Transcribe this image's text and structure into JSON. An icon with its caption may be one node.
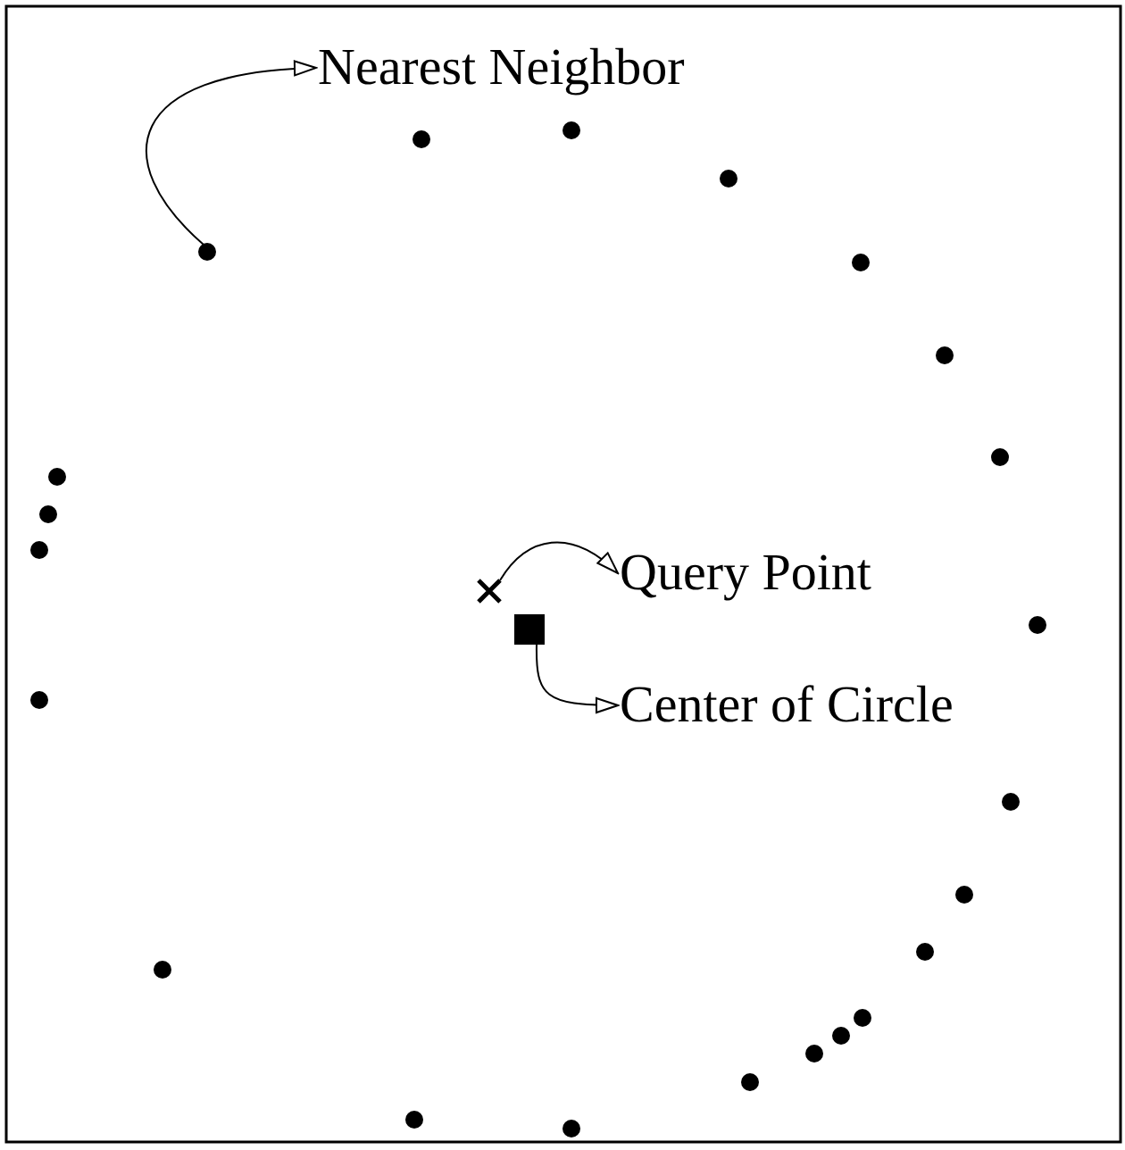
{
  "diagram": {
    "nodes": [
      {
        "text": [
          "Nearest Neighbor"
        ]
      },
      {
        "text": [],
        "shape": "circle"
      },
      {
        "text": [
          "Query Point"
        ]
      },
      {
        "text": [],
        "shape": "cross"
      },
      {
        "text": [
          "Center of Circle"
        ]
      },
      {
        "text": [],
        "shape": "box"
      }
    ],
    "edges": [
      {
        "from": 1,
        "to": 0,
        "arrow": "to"
      },
      {
        "from": 3,
        "to": 2,
        "arrow": "to"
      },
      {
        "from": 5,
        "to": 4,
        "arrow": "to"
      }
    ]
  }
}
